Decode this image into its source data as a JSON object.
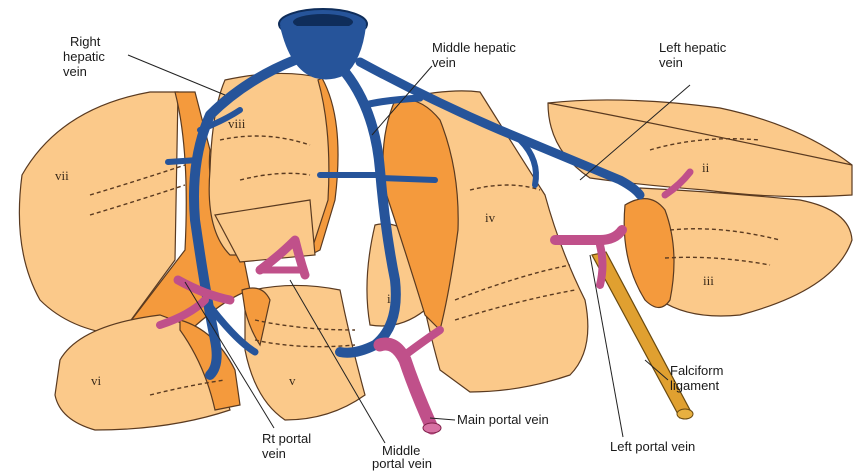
{
  "labels": {
    "right_hepatic_vein": [
      "Right",
      "hepatic",
      "vein"
    ],
    "middle_hepatic_vein": [
      "Middle hepatic",
      "vein"
    ],
    "left_hepatic_vein": [
      "Left hepatic",
      "vein"
    ],
    "falciform_ligament": [
      "Falciform",
      "ligament"
    ],
    "main_portal_vein": "Main portal vein",
    "left_portal_vein": "Left portal vein",
    "rt_portal_vein": [
      "Rt portal",
      "vein"
    ],
    "middle_portal_vein": [
      "Middle",
      "portal vein"
    ]
  },
  "segments": {
    "i": "i",
    "ii": "ii",
    "iii": "iii",
    "iv": "iv",
    "v": "v",
    "vi": "vi",
    "vii": "vii",
    "viii": "viii"
  },
  "colors": {
    "hepatic_vein": "#26549a",
    "portal_vein": "#c0508a",
    "liver_light": "#fbc98a",
    "liver_dark": "#f49a3d",
    "ligament": "#e0a030"
  }
}
